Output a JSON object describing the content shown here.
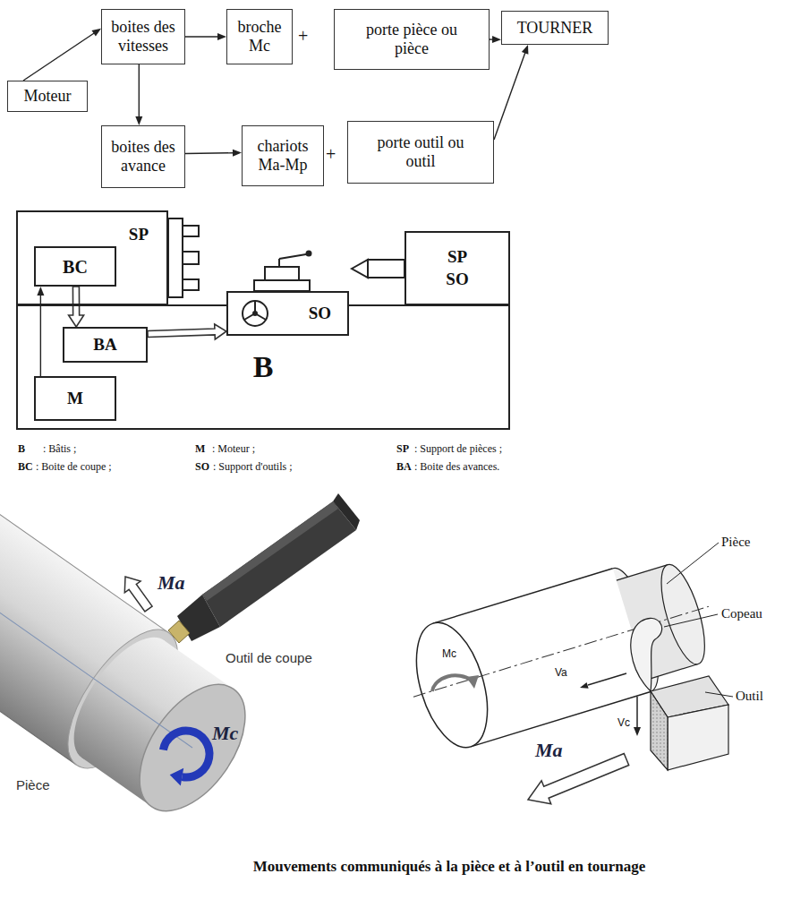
{
  "diagram": {
    "caption": "Mouvements communiqués à la pièce et à l’outil en tournage",
    "nodes": [
      {
        "text": [
          "boites des vitesses"
        ]
      },
      {
        "text": [
          "broche Mc"
        ]
      },
      {
        "text": [
          "porte pièce ou pièce"
        ]
      },
      {
        "text": [
          "TOURNER"
        ]
      },
      {
        "text": [
          "Moteur"
        ]
      },
      {
        "text": [
          "boites des avance"
        ]
      },
      {
        "text": [
          "chariots Ma-Mp"
        ]
      },
      {
        "text": [
          "porte outil ou outil"
        ]
      },
      {
        "text": [
          "SP"
        ]
      },
      {
        "text": [
          "BC"
        ],
        "in": 8
      },
      {
        "text": [
          "SP",
          "SO"
        ]
      },
      {
        "text": [
          "SO"
        ]
      },
      {
        "text": [
          "B"
        ]
      },
      {
        "text": [
          "BA"
        ],
        "in": 12
      },
      {
        "text": [
          "M"
        ],
        "in": 12
      }
    ],
    "edges": [
      {
        "from": 4,
        "to": 0,
        "arrow": "to"
      },
      {
        "from": 0,
        "to": 1,
        "arrow": "to"
      },
      {
        "from": 2,
        "to": 3,
        "arrow": "to"
      },
      {
        "from": 0,
        "to": 5,
        "arrow": "to"
      },
      {
        "from": 5,
        "to": 6,
        "arrow": "to"
      },
      {
        "from": 7,
        "to": 3,
        "arrow": "to"
      },
      {
        "from": 14,
        "to": 9,
        "arrow": "to"
      },
      {
        "from": 9,
        "to": 13,
        "arrow": "to"
      },
      {
        "from": 13,
        "to": 11,
        "arrow": "to"
      }
    ],
    "labels": [
      "+",
      "+",
      "B",
      ": Bâtis ;",
      "M",
      ": Moteur ;",
      "SP",
      ": Support de pièces ;",
      "BC",
      ": Boite de coupe ;",
      "SO",
      ": Support d'outils ;",
      "BA",
      ": Boite des avances.",
      "Ma",
      "Outil de coupe",
      "Mc",
      "Pièce",
      "Pièce",
      "Copeau",
      "Mc",
      "Va",
      "Outil",
      "Vc",
      "Ma"
    ]
  }
}
